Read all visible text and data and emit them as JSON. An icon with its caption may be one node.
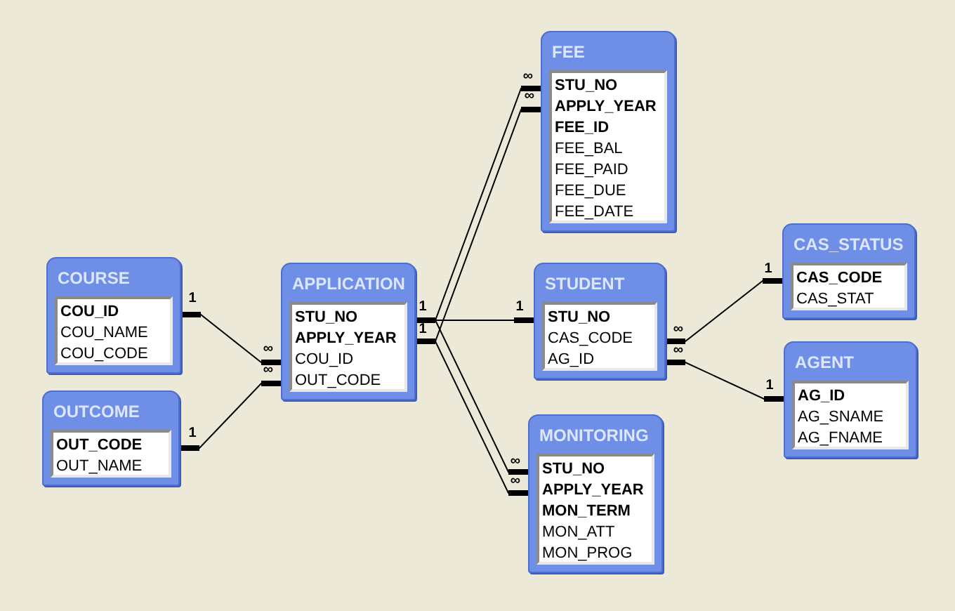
{
  "diagram": {
    "nodes": [
      {
        "text": [
          "COURSE",
          "**COU_ID**",
          "COU_NAME",
          "COU_CODE"
        ]
      },
      {
        "text": [
          "OUTCOME",
          "**OUT_CODE**",
          "OUT_NAME"
        ]
      },
      {
        "text": [
          "APPLICATION",
          "**STU_NO**",
          "**APPLY_YEAR**",
          "COU_ID",
          "OUT_CODE"
        ]
      },
      {
        "text": [
          "FEE",
          "**STU_NO**",
          "**APPLY_YEAR**",
          "**FEE_ID**",
          "FEE_BAL",
          "FEE_PAID",
          "FEE_DUE",
          "FEE_DATE"
        ]
      },
      {
        "text": [
          "STUDENT",
          "**STU_NO**",
          "CAS_CODE",
          "AG_ID"
        ]
      },
      {
        "text": [
          "MONITORING",
          "**STU_NO**",
          "**APPLY_YEAR**",
          "**MON_TERM**",
          "MON_ATT",
          "MON_PROG"
        ]
      },
      {
        "text": [
          "CAS_STATUS",
          "**CAS_CODE**",
          "CAS_STAT"
        ]
      },
      {
        "text": [
          "AGENT",
          "**AG_ID**",
          "AG_SNAME",
          "AG_FNAME"
        ]
      }
    ],
    "edges": [
      {
        "from": 0,
        "to": 2,
        "arrow": "other"
      },
      {
        "from": 1,
        "to": 2,
        "arrow": "other"
      },
      {
        "from": 2,
        "to": 4,
        "arrow": "other"
      },
      {
        "from": 2,
        "to": 3,
        "arrow": "other"
      },
      {
        "from": 2,
        "to": 3,
        "arrow": "other"
      },
      {
        "from": 2,
        "to": 5,
        "arrow": "other"
      },
      {
        "from": 2,
        "to": 5,
        "arrow": "other"
      },
      {
        "from": 4,
        "to": 6,
        "arrow": "other"
      },
      {
        "from": 4,
        "to": 7,
        "arrow": "other"
      }
    ],
    "labels": [
      "1",
      "∞",
      "1",
      "∞",
      "1",
      "1",
      "1",
      "∞",
      "∞",
      "∞",
      "∞",
      "∞",
      "1",
      "∞",
      "1"
    ]
  }
}
